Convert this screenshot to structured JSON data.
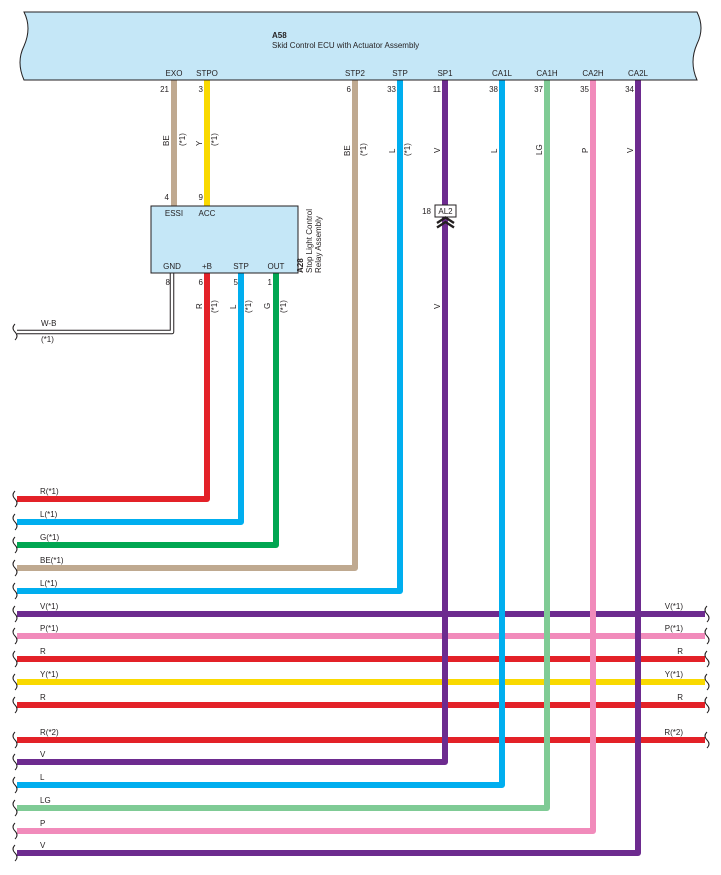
{
  "ecu": {
    "code": "A58",
    "name": "Skid Control ECU with Actuator Assembly",
    "pins": [
      {
        "label": "EXO",
        "num": "21"
      },
      {
        "label": "STPO",
        "num": "3"
      },
      {
        "label": "STP2",
        "num": "6"
      },
      {
        "label": "STP",
        "num": "33"
      },
      {
        "label": "SP1",
        "num": "11"
      },
      {
        "label": "CA1L",
        "num": "38"
      },
      {
        "label": "CA1H",
        "num": "37"
      },
      {
        "label": "CA2H",
        "num": "35"
      },
      {
        "label": "CA2L",
        "num": "34"
      }
    ]
  },
  "relay": {
    "code": "A28",
    "name_line1": "Stop Light Control",
    "name_line2": "Relay Assembly",
    "top_pins": [
      {
        "label": "ESSI",
        "num": "4"
      },
      {
        "label": "ACC",
        "num": "9"
      }
    ],
    "bottom_pins": [
      {
        "label": "GND",
        "num": "8"
      },
      {
        "label": "+B",
        "num": "6"
      },
      {
        "label": "STP",
        "num": "5"
      },
      {
        "label": "OUT",
        "num": "1"
      }
    ]
  },
  "junction": {
    "num": "18",
    "code": "AL2"
  },
  "wire_labels": {
    "exo_color": "BE",
    "exo_note": "(*1)",
    "stpo_color": "Y",
    "stpo_note": "(*1)",
    "stp2_color": "BE",
    "stp2_note": "(*1)",
    "stp_color": "L",
    "stp_note": "(*1)",
    "sp1_color": "V",
    "sp1_lower_color": "V",
    "ca1l_color": "L",
    "ca1h_color": "LG",
    "ca2h_color": "P",
    "ca2l_color": "V",
    "plusb_color": "R",
    "plusb_note": "(*1)",
    "rstp_color": "L",
    "rstp_note": "(*1)",
    "out_color": "G",
    "out_note": "(*1)",
    "gnd_color": "W-B",
    "gnd_note": "(*1)"
  },
  "buses": [
    {
      "left": "R(*1)",
      "right": ""
    },
    {
      "left": "L(*1)",
      "right": ""
    },
    {
      "left": "G(*1)",
      "right": ""
    },
    {
      "left": "BE(*1)",
      "right": ""
    },
    {
      "left": "L(*1)",
      "right": ""
    },
    {
      "left": "V(*1)",
      "right": "V(*1)"
    },
    {
      "left": "P(*1)",
      "right": "P(*1)"
    },
    {
      "left": "R",
      "right": "R"
    },
    {
      "left": "Y(*1)",
      "right": "Y(*1)"
    },
    {
      "left": "R",
      "right": "R"
    },
    {
      "left": "R(*2)",
      "right": "R(*2)"
    },
    {
      "left": "V",
      "right": ""
    },
    {
      "left": "L",
      "right": ""
    },
    {
      "left": "LG",
      "right": ""
    },
    {
      "left": "P",
      "right": ""
    },
    {
      "left": "V",
      "right": ""
    }
  ],
  "colors": {
    "BE": "#bfa990",
    "Y": "#f9d900",
    "L": "#00aeef",
    "V": "#6d2b8f",
    "LG": "#7fcb95",
    "P": "#f18bbb",
    "R": "#e32128",
    "G": "#00a651",
    "component_fill": "#c5e7f7",
    "outline": "#231f20"
  }
}
